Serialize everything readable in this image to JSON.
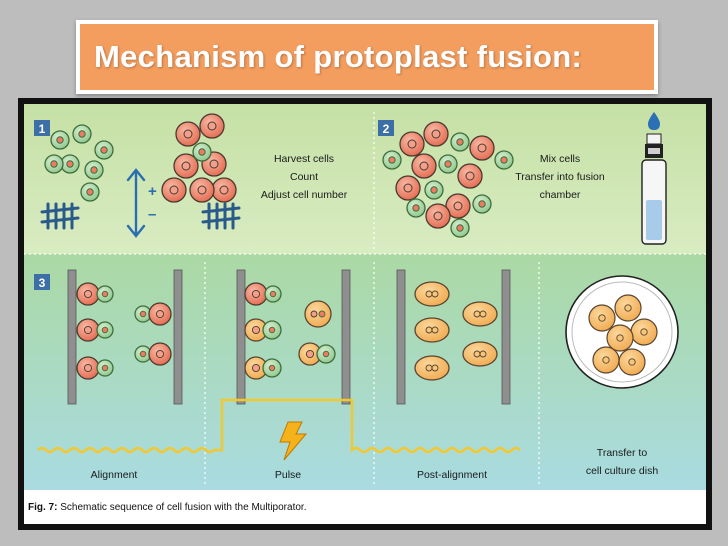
{
  "title": "Mechanism of protoplast fusion:",
  "panel1": {
    "number": "1",
    "labels": [
      "Harvest cells",
      "Count",
      "Adjust cell number"
    ],
    "plus": "+",
    "minus": "–"
  },
  "panel2": {
    "number": "2",
    "labels": [
      "Mix cells",
      "Transfer into fusion",
      "chamber"
    ]
  },
  "panel3": {
    "number": "3",
    "stages": [
      "Alignment",
      "Pulse",
      "Post-alignment",
      "Transfer to",
      "cell culture dish"
    ]
  },
  "caption": {
    "prefix": "Fig. 7:",
    "text": " Schematic sequence of cell fusion with the Multiporator."
  },
  "colors": {
    "title_bg": "#f39d5e",
    "green_cell": "#9ed19a",
    "red_cell": "#ee7a62",
    "fused_cell": "#f5b867",
    "pulse_line": "#f2c82e",
    "electrode": "#8f8f8f",
    "arrow_blue": "#2a6db0"
  },
  "icons": [
    "tally-marks-icon",
    "double-arrow-icon",
    "vial-icon",
    "electrode-icon",
    "lightning-bolt-icon",
    "petri-dish-icon"
  ]
}
